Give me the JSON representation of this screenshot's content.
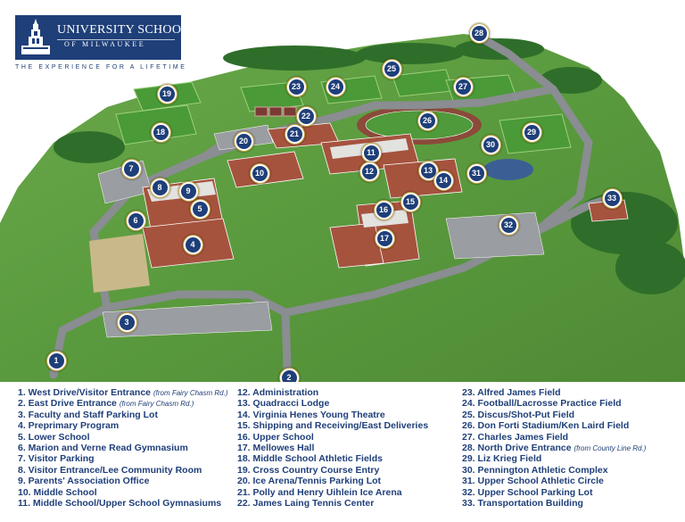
{
  "brand": {
    "name": "UNIVERSITY SCHOOL",
    "sub": "OF MILWAUKEE",
    "tagline": "THE EXPERIENCE FOR A LIFETIME",
    "color": "#1f3f79"
  },
  "colors": {
    "marker": "#1f3f79",
    "marker_ring": "#ffffff",
    "legend_text": "#1f3f79",
    "grass": "#5b9a3e",
    "field": "#4f9a3a",
    "road": "#8a8d91",
    "track": "#8b4a3a",
    "pond": "#3b5f94"
  },
  "markers": [
    "1",
    "2",
    "3",
    "4",
    "5",
    "6",
    "7",
    "8",
    "9",
    "10",
    "11",
    "12",
    "13",
    "14",
    "15",
    "16",
    "17",
    "18",
    "19",
    "20",
    "21",
    "22",
    "23",
    "24",
    "25",
    "26",
    "27",
    "28",
    "29",
    "30",
    "31",
    "32",
    "33"
  ],
  "legend": {
    "col1": [
      {
        "label": "1.  West Drive/Visitor Entrance",
        "note": "(from Fairy Chasm Rd.)"
      },
      {
        "label": "2.  East Drive Entrance",
        "note": "(from Fairy Chasm Rd.)"
      },
      {
        "label": "3.  Faculty and Staff Parking Lot",
        "note": ""
      },
      {
        "label": "4.  Preprimary Program",
        "note": ""
      },
      {
        "label": "5.  Lower School",
        "note": ""
      },
      {
        "label": "6.  Marion and Verne Read Gymnasium",
        "note": ""
      },
      {
        "label": "7.  Visitor Parking",
        "note": ""
      },
      {
        "label": "8.  Visitor Entrance/Lee Community Room",
        "note": ""
      },
      {
        "label": "9.  Parents' Association Office",
        "note": ""
      },
      {
        "label": "10. Middle School",
        "note": ""
      },
      {
        "label": "11. Middle School/Upper School Gymnasiums",
        "note": ""
      }
    ],
    "col2": [
      {
        "label": "12. Administration",
        "note": ""
      },
      {
        "label": "13. Quadracci Lodge",
        "note": ""
      },
      {
        "label": "14. Virginia Henes Young Theatre",
        "note": ""
      },
      {
        "label": "15. Shipping and Receiving/East Deliveries",
        "note": ""
      },
      {
        "label": "16. Upper School",
        "note": ""
      },
      {
        "label": "17. Mellowes Hall",
        "note": ""
      },
      {
        "label": "18. Middle School Athletic Fields",
        "note": ""
      },
      {
        "label": "19. Cross Country Course Entry",
        "note": ""
      },
      {
        "label": "20. Ice Arena/Tennis Parking Lot",
        "note": ""
      },
      {
        "label": "21. Polly and Henry Uihlein Ice Arena",
        "note": ""
      },
      {
        "label": "22. James Laing Tennis Center",
        "note": ""
      }
    ],
    "col3": [
      {
        "label": "23. Alfred James Field",
        "note": ""
      },
      {
        "label": "24. Football/Lacrosse Practice Field",
        "note": ""
      },
      {
        "label": "25. Discus/Shot-Put Field",
        "note": ""
      },
      {
        "label": "26. Don Forti Stadium/Ken Laird Field",
        "note": ""
      },
      {
        "label": "27. Charles James Field",
        "note": ""
      },
      {
        "label": "28. North Drive Entrance",
        "note": "(from County Line Rd.)"
      },
      {
        "label": "29. Liz Krieg Field",
        "note": ""
      },
      {
        "label": "30. Pennington Athletic Complex",
        "note": ""
      },
      {
        "label": "31. Upper School Athletic Circle",
        "note": ""
      },
      {
        "label": "32. Upper School Parking Lot",
        "note": ""
      },
      {
        "label": "33. Transportation Building",
        "note": ""
      }
    ]
  }
}
